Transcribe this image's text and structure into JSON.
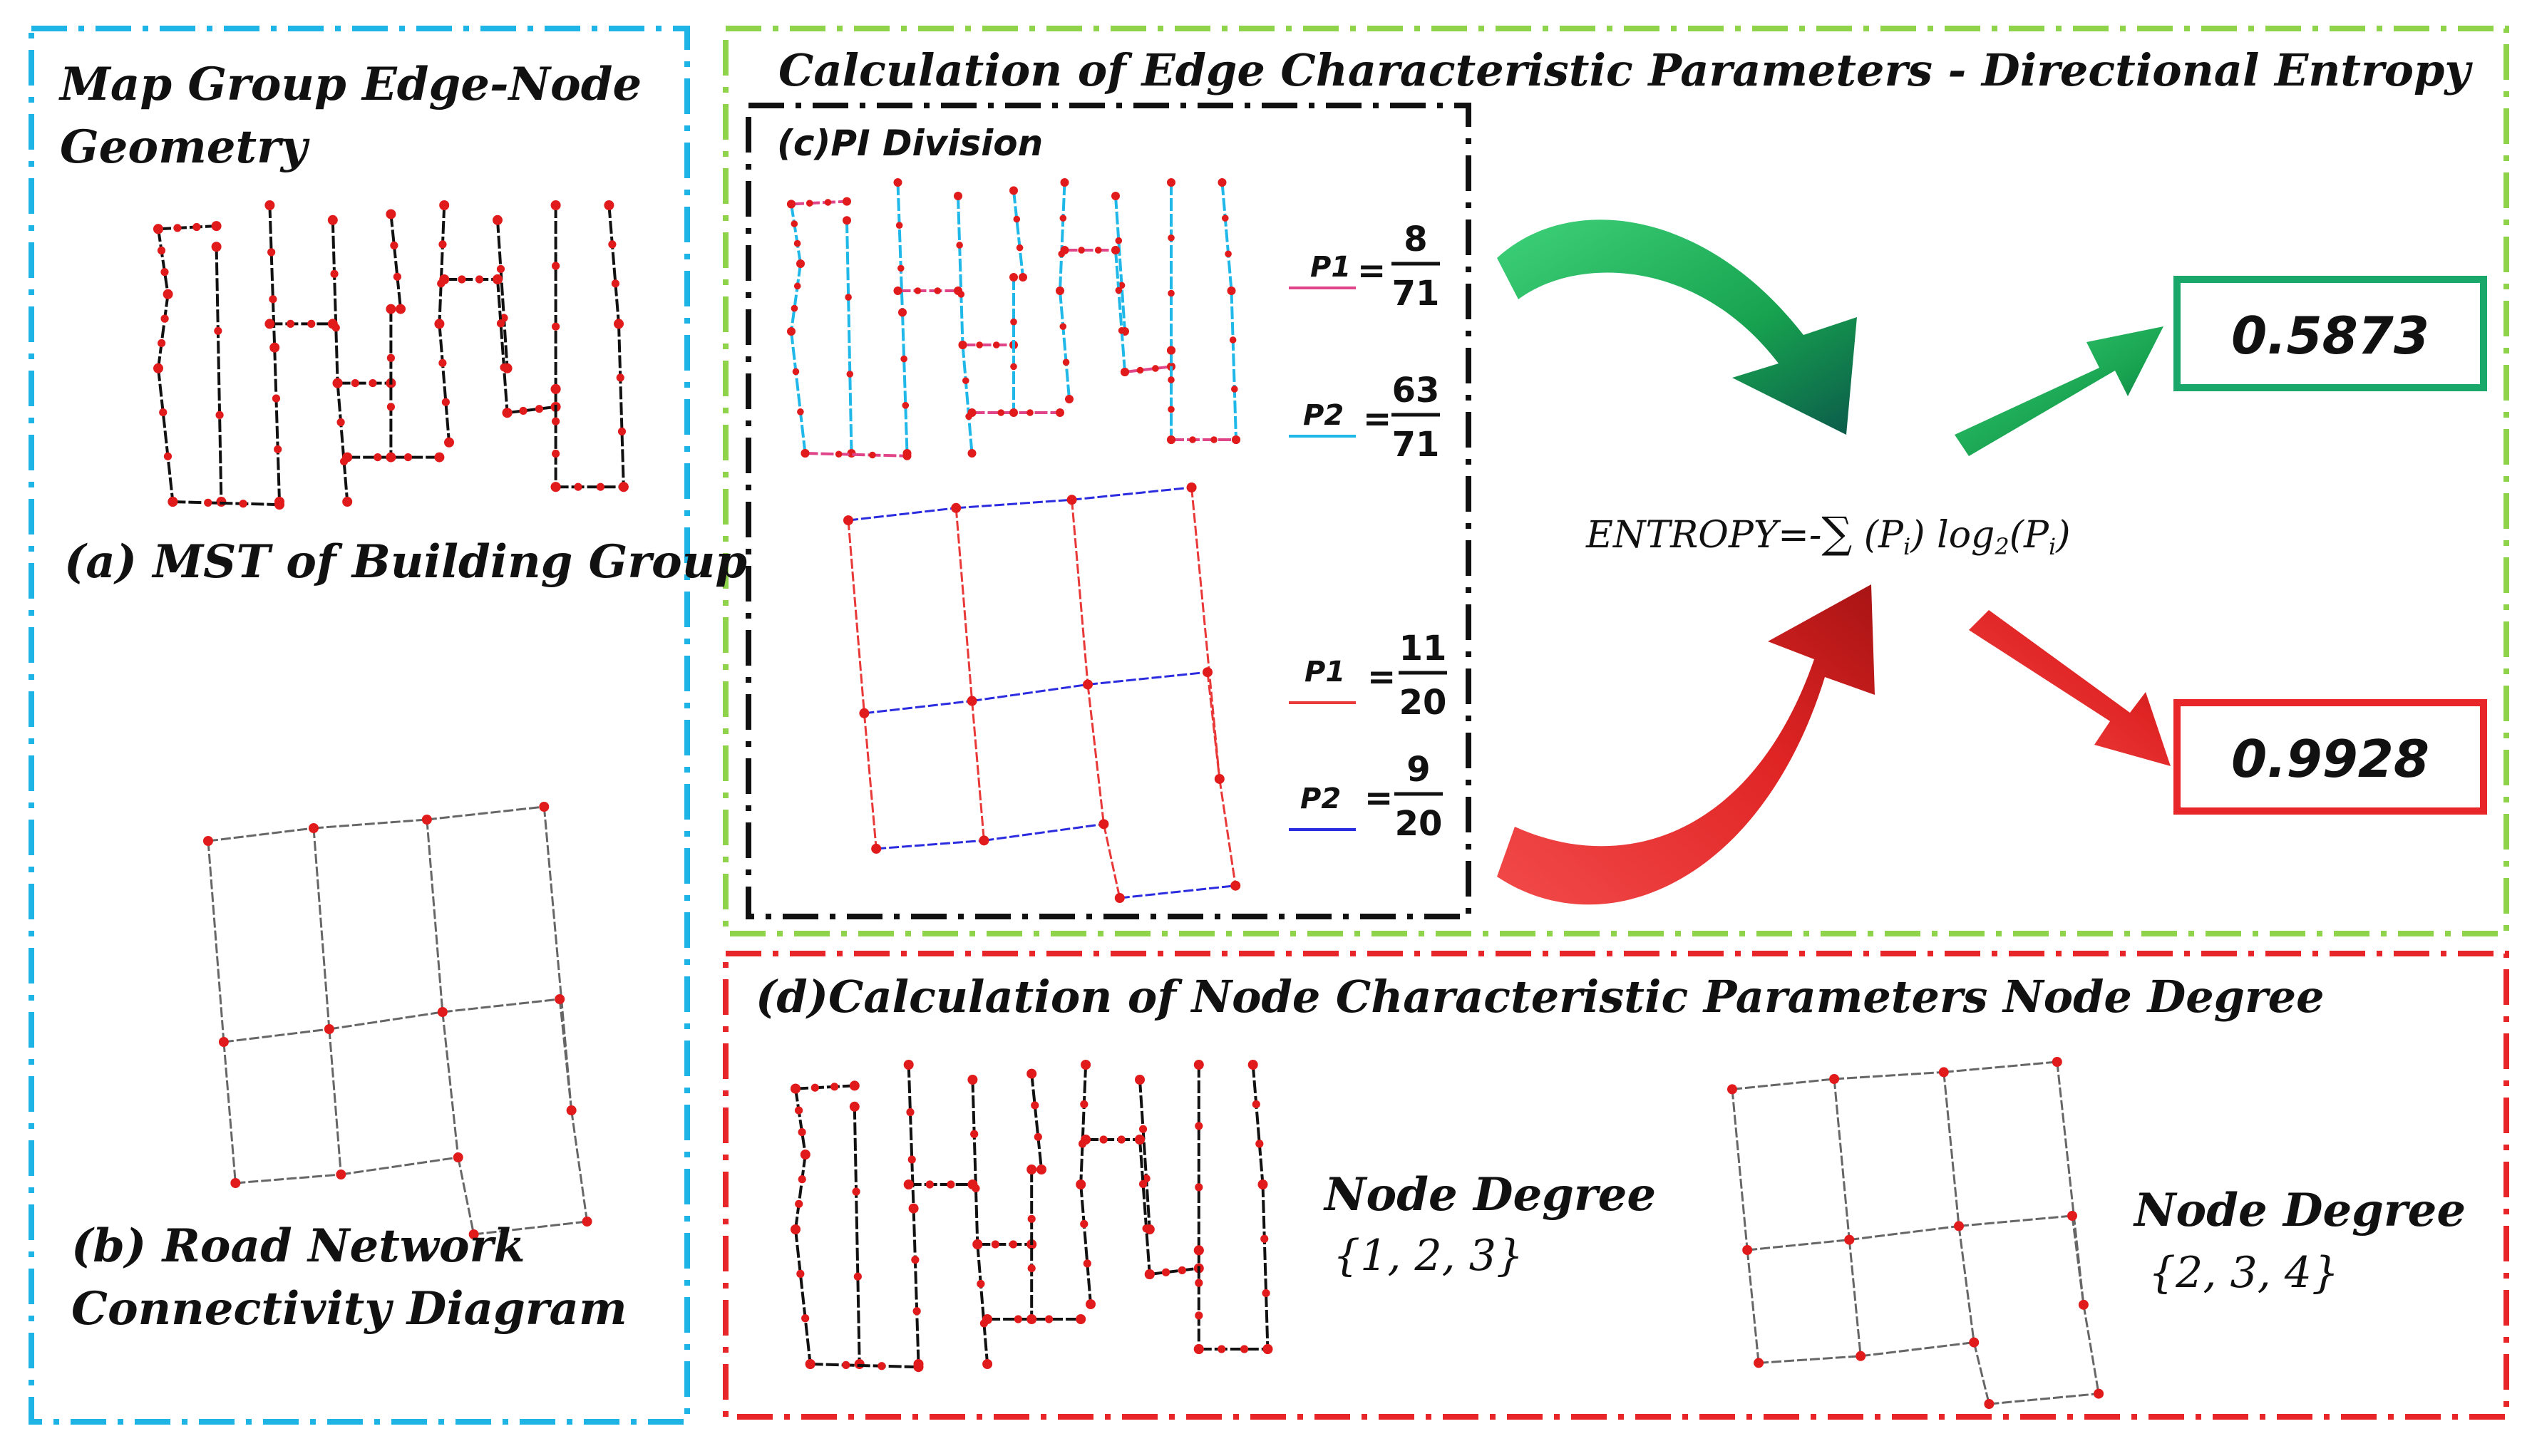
{
  "panel_a": {
    "header": "Map Group Edge-Node",
    "header_line2": "Geometry",
    "caption": "(a) MST of Building Group"
  },
  "panel_b": {
    "caption_line1": "(b) Road Network",
    "caption_line2": "Connectivity Diagram"
  },
  "panel_c": {
    "title": "Calculation of Edge Characteristic Parameters - Directional Entropy",
    "subtitle": "(c)PI Division",
    "mst_fractions": [
      {
        "label": "P1",
        "numerator": "8",
        "denominator": "71",
        "color": "#e0458a"
      },
      {
        "label": "P2",
        "numerator": "63",
        "denominator": "71",
        "color": "#1fb8e8"
      }
    ],
    "road_fractions": [
      {
        "label": "P1",
        "numerator": "11",
        "denominator": "20",
        "color": "#e83838"
      },
      {
        "label": "P2",
        "numerator": "9",
        "denominator": "20",
        "color": "#2b2be0"
      }
    ],
    "formula": {
      "lhs": "ENTROPY=-",
      "sum": "∑",
      "term1": "(P",
      "sub1": "i",
      "close1": ")",
      "log": "log",
      "log_sub": "2",
      "term2": "(P",
      "sub2": "i",
      "close2": ")"
    },
    "results": [
      {
        "value": "0.5873",
        "color": "#1aa86a"
      },
      {
        "value": "0.9928",
        "color": "#e8262a"
      }
    ]
  },
  "panel_d": {
    "title": "(d)Calculation of Node Characteristic Parameters Node Degree",
    "mst_label": "Node Degree",
    "mst_set": "{1, 2, 3}",
    "road_label": "Node Degree",
    "road_set": "{2, 3, 4}"
  },
  "colors": {
    "frame_blue": "#1fb4e6",
    "frame_green": "#8ed34a",
    "frame_red": "#e8262a",
    "frame_black": "#111111",
    "node_red": "#e11b1b",
    "arrow_green": "#1fae5c",
    "arrow_red": "#e83030"
  }
}
